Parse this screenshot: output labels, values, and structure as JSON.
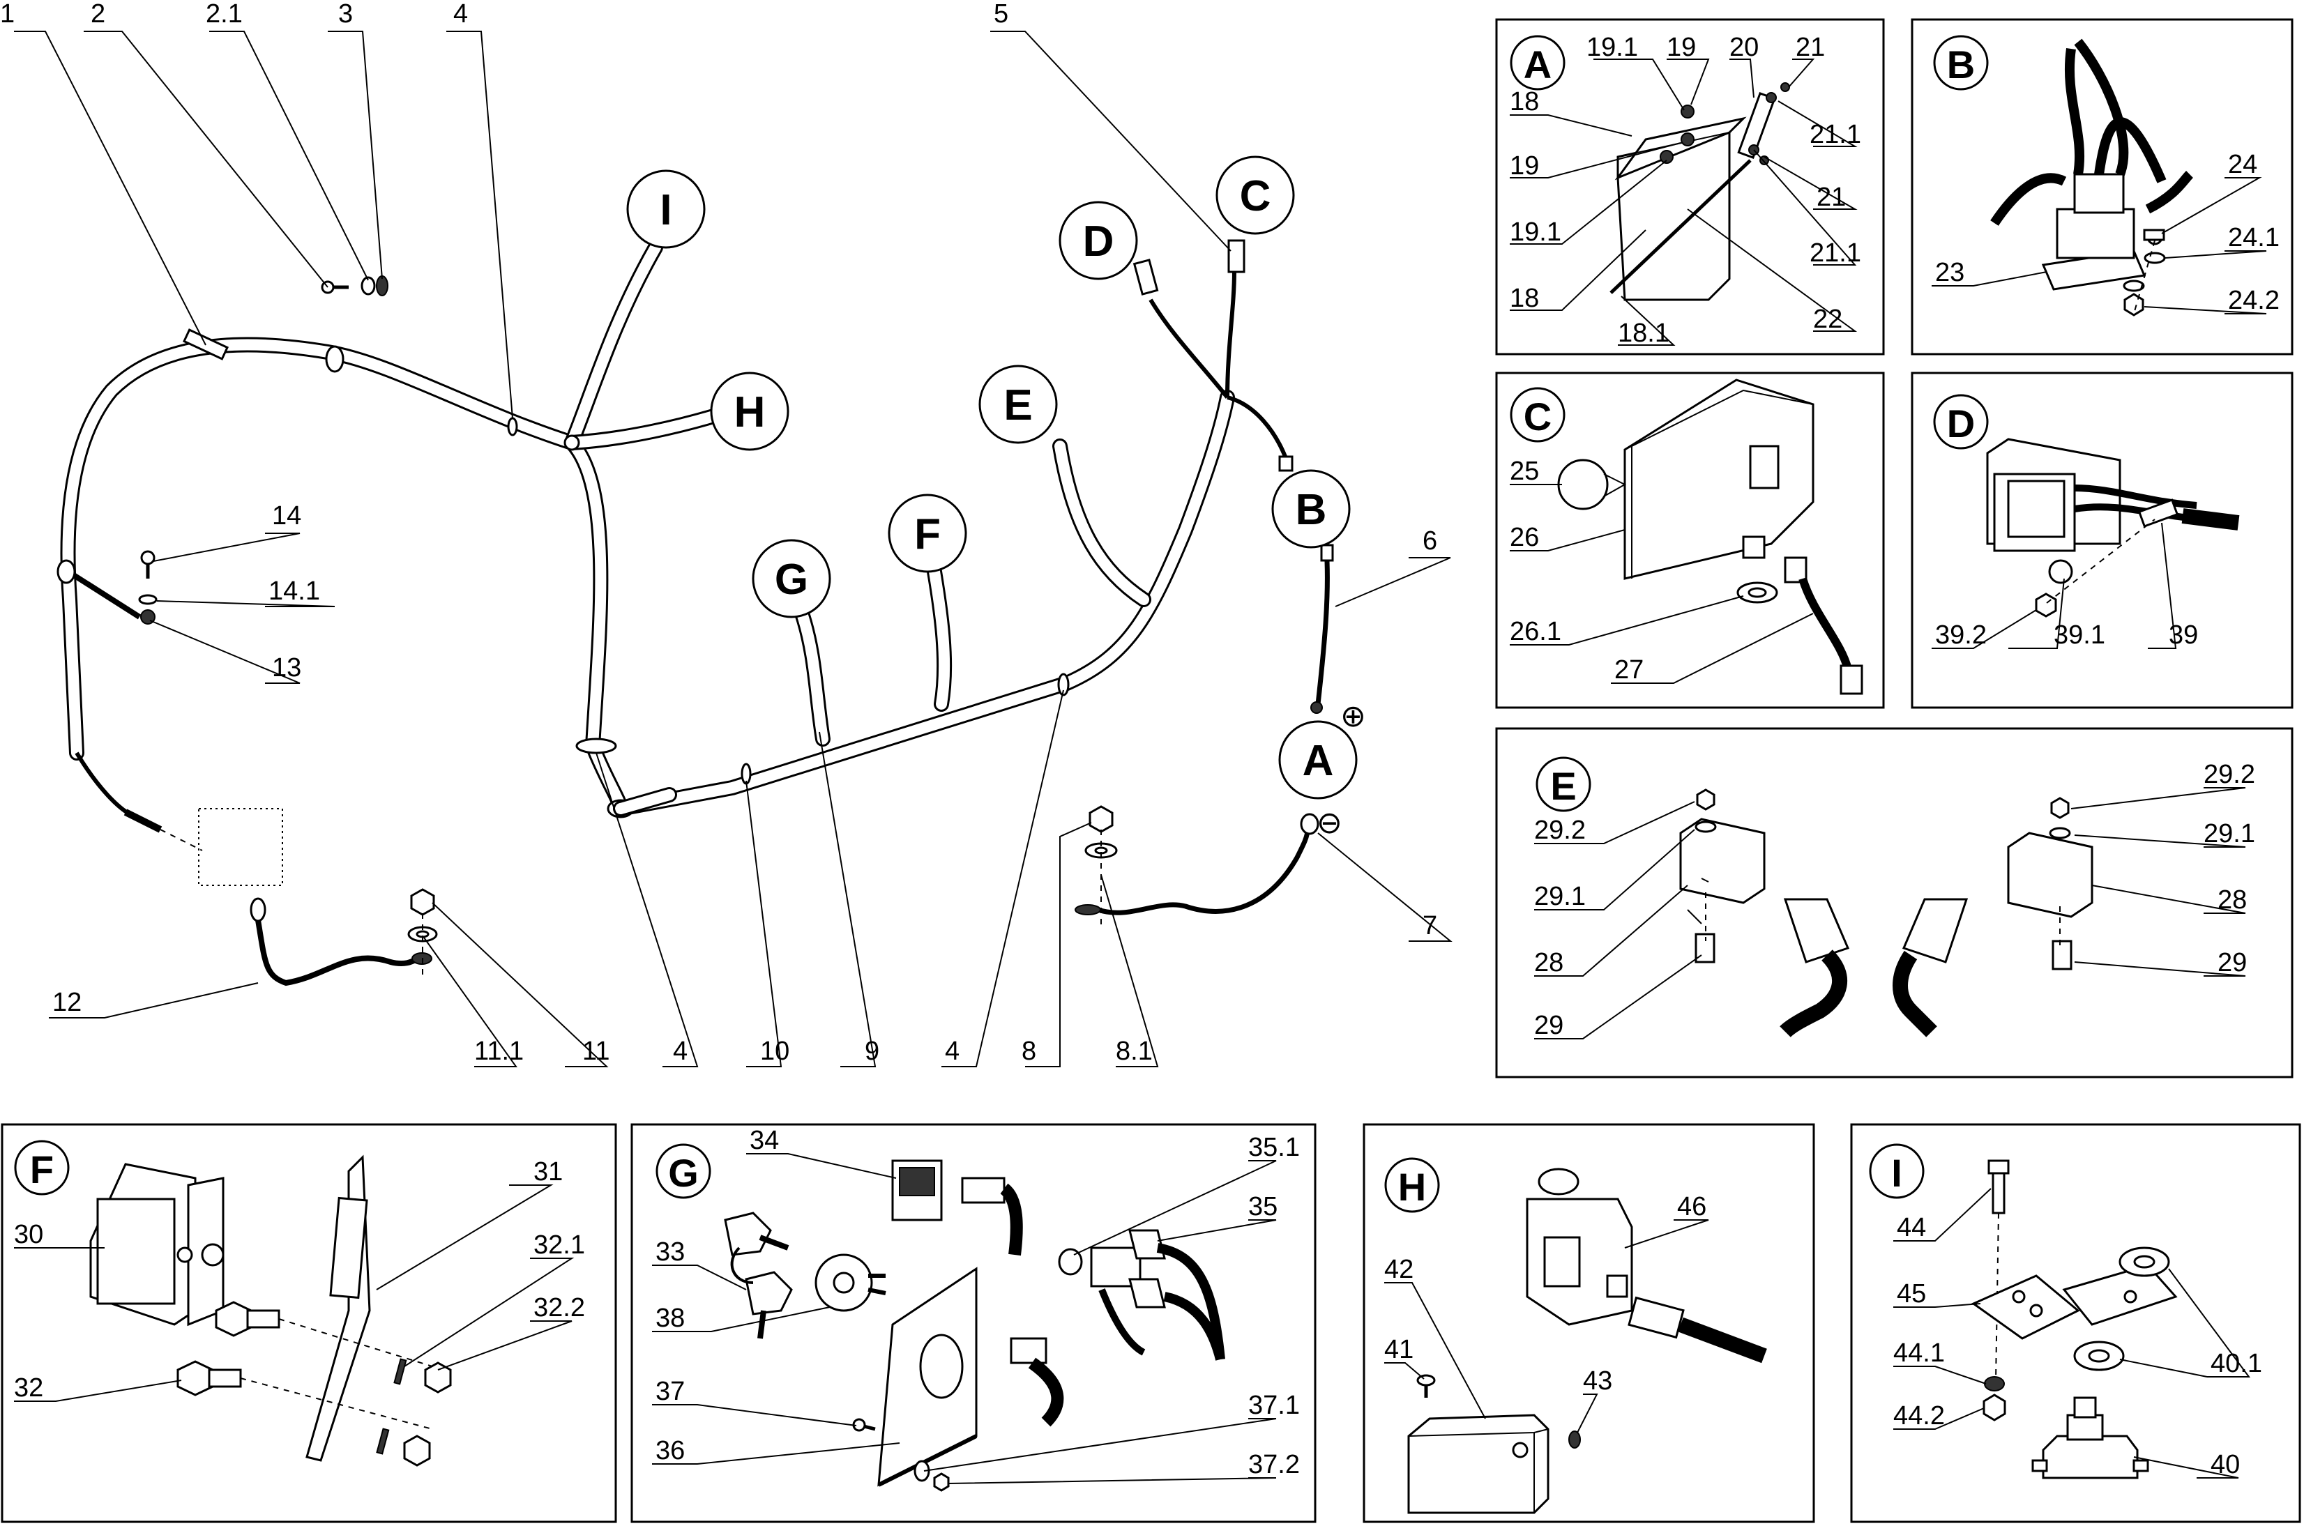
{
  "main_callouts": [
    "1",
    "2",
    "2.1",
    "3",
    "4",
    "5",
    "6",
    "7",
    "8",
    "8.1",
    "9",
    "10",
    "4",
    "4",
    "11",
    "11.1",
    "12",
    "13",
    "14",
    "14.1"
  ],
  "circle_letters": {
    "I": "I",
    "H": "H",
    "G": "G",
    "F": "F",
    "E": "E",
    "D": "D",
    "C": "C",
    "B": "B",
    "A": "A"
  },
  "polarity": {
    "plus": "⊕",
    "minus": "⊖"
  },
  "panels": {
    "A": {
      "letter": "A",
      "labels": [
        "19.1",
        "19",
        "20",
        "21",
        "18",
        "21.1",
        "19",
        "21",
        "19.1",
        "21.1",
        "18",
        "22",
        "18.1"
      ]
    },
    "B": {
      "letter": "B",
      "labels": [
        "24",
        "23",
        "24.1",
        "24.2"
      ]
    },
    "C": {
      "letter": "C",
      "labels": [
        "25",
        "26",
        "26.1",
        "27"
      ]
    },
    "D": {
      "letter": "D",
      "labels": [
        "39.2",
        "39.1",
        "39"
      ]
    },
    "E": {
      "letter": "E",
      "labels": [
        "29.2",
        "29.1",
        "28",
        "29",
        "29.2",
        "29.1",
        "28",
        "29"
      ]
    },
    "F": {
      "letter": "F",
      "labels": [
        "31",
        "30",
        "32.1",
        "32.2",
        "32"
      ]
    },
    "G": {
      "letter": "G",
      "labels": [
        "34",
        "35.1",
        "35",
        "33",
        "38",
        "37",
        "37.1",
        "36",
        "37.2"
      ]
    },
    "H": {
      "letter": "H",
      "labels": [
        "46",
        "42",
        "41",
        "43"
      ]
    },
    "I": {
      "letter": "I",
      "labels": [
        "44",
        "45",
        "40.1",
        "44.1",
        "44.2",
        "40"
      ]
    }
  }
}
